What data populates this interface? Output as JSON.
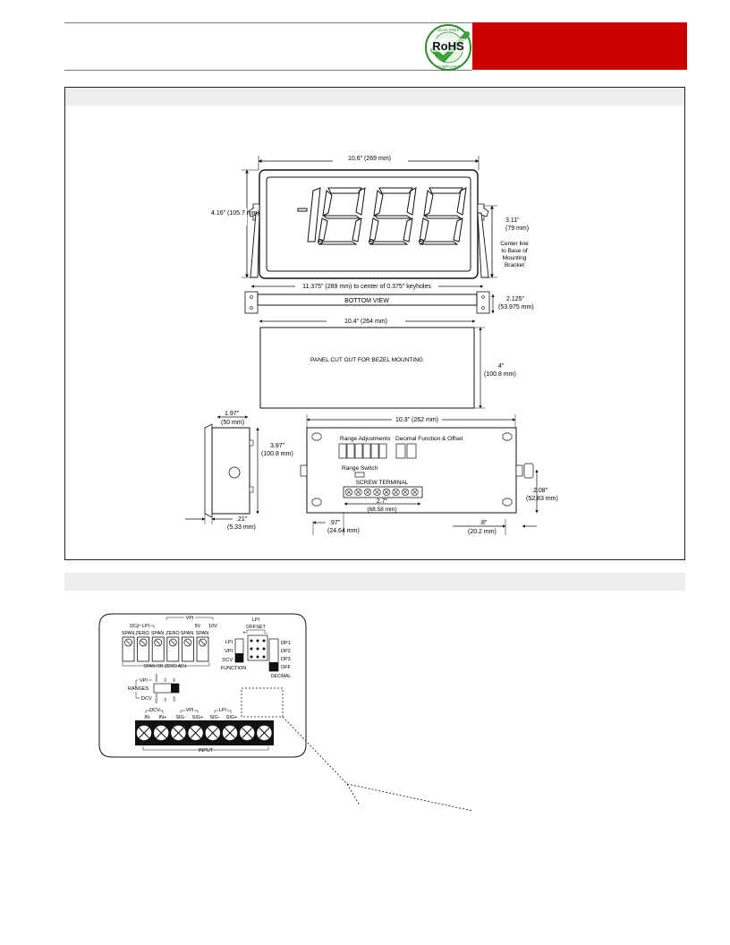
{
  "header": {
    "brand_color": "#cc0000",
    "rule_color": "#7a7a7a",
    "logo": {
      "name": "RoHS",
      "arc_top": "LEAD FREE",
      "arc_bottom": "COMPLIANT"
    }
  },
  "dimensions": {
    "front": {
      "width": "10.6\" (269 mm)",
      "height": "4.16\" (105.7 mm)",
      "bracket_height": "3.11\"",
      "bracket_height_mm": "(79 mm)",
      "center_note": [
        "Center line",
        "to Base of",
        "Mounting",
        "Bracket"
      ],
      "display_sample": "-1.8.8.8"
    },
    "bottom": {
      "keyholes": "11.375\" (289 mm) to center of 0.375\" keyholes",
      "label": "BOTTOM VIEW",
      "depth": "2.125\"",
      "depth_mm": "(53.975 mm)"
    },
    "cutout": {
      "width": "10.4\" (264 mm)",
      "label": "PANEL CUT OUT FOR BEZEL MOUNTING",
      "height": "4\"",
      "height_mm": "(100.8 mm)"
    },
    "side": {
      "depth": "1.97\"",
      "depth_mm": "(50 mm)",
      "height": "3.97\"",
      "height_mm": "(100.8 mm)",
      "bezel": ".21\"",
      "bezel_mm": "(5.33 mm)"
    },
    "rear": {
      "width": "10.3\" (262 mm)",
      "range_adj": "Range Adjustments",
      "decimal_fn": "Decimal Function & Offset",
      "range_switch": "Range Switch",
      "screw_terminal": "SCREW TERMINAL",
      "terminal_width": "2.7\"",
      "terminal_width_mm": "(68.58 mm)",
      "terminal_height": "2.08\"",
      "terminal_height_mm": "(52.83 mm)",
      "left_offset": ".97\"",
      "left_offset_mm": "(24.64 mm)",
      "right_offset": ".8\"",
      "right_offset_mm": "(20.2 mm)"
    }
  },
  "wiring": {
    "top_groups": {
      "vpi": "VPI",
      "lpi": "LPI"
    },
    "pots": [
      [
        "DC/",
        "SPAN"
      ],
      [
        "",
        "ZERO"
      ],
      [
        "",
        "SPAN"
      ],
      [
        "",
        "ZERO"
      ],
      [
        "5V",
        "SPAN"
      ],
      [
        "10V",
        "SPAN"
      ]
    ],
    "span_or_zero": "SPAN OR ZERO ADJ.",
    "function": {
      "options": [
        "LPI",
        "VPI",
        "DCV"
      ],
      "label": "FUNCTION",
      "lpi": "LPI",
      "offset": "OFFSET",
      "plus": "+",
      "minus": "-"
    },
    "decimal": {
      "options": [
        "DP1",
        "DP2",
        "DP3",
        "OFF"
      ],
      "label": "DECIMAL"
    },
    "ranges": {
      "vpi": "VPI",
      "label": "RANGES",
      "dcv": "DCV",
      "ticks": [
        "20mV",
        "2V",
        "5V"
      ],
      "ticks_bottom": [
        "200mV",
        "2V",
        "20V"
      ]
    },
    "terminal_groups": {
      "dcv": "DCV",
      "vpi": "VPI",
      "lpi": "LPI"
    },
    "terminals": [
      "IN-",
      "IN+",
      "SIG-",
      "SIG+",
      "SIG-",
      "SIG+"
    ],
    "input_label": "INPUT"
  }
}
